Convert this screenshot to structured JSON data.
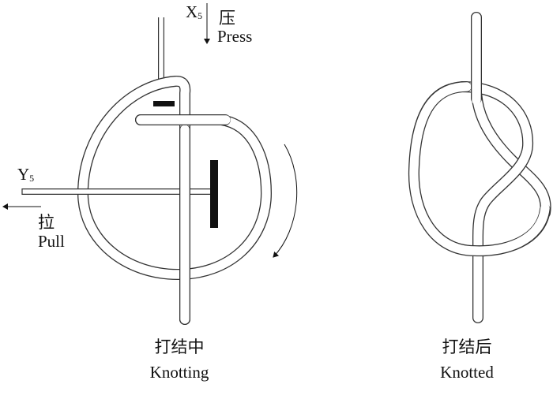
{
  "left_figure": {
    "press_axis": "X",
    "press_axis_sub": "5",
    "press_cn": "压",
    "press_en": "Press",
    "pull_axis": "Y",
    "pull_axis_sub": "5",
    "pull_cn": "拉",
    "pull_en": "Pull",
    "caption_cn": "打结中",
    "caption_en": "Knotting"
  },
  "right_figure": {
    "caption_cn": "打结后",
    "caption_en": "Knotted"
  }
}
